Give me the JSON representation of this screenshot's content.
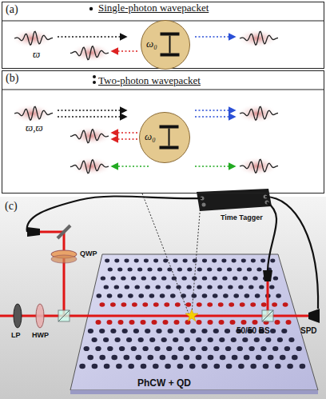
{
  "diagram": {
    "nodes": [
      {
        "text": [
          "(a)",
          "Single-photon wavepacket"
        ]
      },
      {
        "text": [
          "ω₀"
        ],
        "in": 0
      },
      {
        "text": [
          "(b)",
          "Two-photon wavepacket"
        ]
      },
      {
        "text": [
          "ω₀"
        ],
        "in": 2
      }
    ],
    "labels": [
      "ϖ",
      "ϖ,ϖ",
      "(c)",
      "QWP",
      "LP",
      "HWP",
      "PhCW + QD",
      "50/50 BS",
      "SPD",
      "Time Tagger"
    ]
  }
}
